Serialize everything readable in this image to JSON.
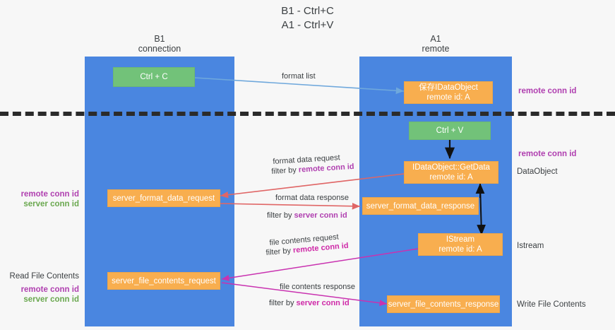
{
  "title": {
    "line1": "B1 - Ctrl+C",
    "line2": "A1 - Ctrl+V"
  },
  "lanes": [
    {
      "id": "b1",
      "name": "B1",
      "sub": "connection"
    },
    {
      "id": "a1",
      "name": "A1",
      "sub": "remote"
    }
  ],
  "nodes": {
    "ctrl_c": {
      "label": "Ctrl + C",
      "color": "#72c279"
    },
    "idataobject": {
      "line1": "保存IDataObject",
      "line2": "remote id: A",
      "color": "#f8ae4f"
    },
    "ctrl_v": {
      "label": "Ctrl + V",
      "color": "#72c279"
    },
    "getdata": {
      "line1": "IDataObject::GetData",
      "line2": "remote id: A",
      "color": "#f8ae4f"
    },
    "server_format_data_request": {
      "label": "server_format_data_request",
      "color": "#f8ae4f"
    },
    "server_format_data_response": {
      "label": "server_format_data_response",
      "color": "#f8ae4f"
    },
    "istream": {
      "line1": "IStream",
      "line2": "remote id: A",
      "color": "#f8ae4f"
    },
    "server_file_contents_request": {
      "label": "server_file_contents_request",
      "color": "#f8ae4f"
    },
    "server_file_contents_response": {
      "label": "server_file_contents_response",
      "color": "#f8ae4f"
    }
  },
  "edge_labels": {
    "format_list": "format list",
    "format_data_request": "format data request",
    "format_data_request_filter_prefix": "filter by ",
    "format_data_request_filter_key": "remote conn id",
    "format_data_response": "format data response",
    "format_data_response_filter_prefix": "filter by ",
    "format_data_response_filter_key": "server conn id",
    "file_contents_request": "file contents request",
    "file_contents_request_filter_prefix": "filter by ",
    "file_contents_request_filter_key": "remote conn id",
    "file_contents_response": "file contents response",
    "file_contents_response_filter_prefix": "filter by ",
    "file_contents_response_filter_key": "server conn id"
  },
  "annotations": {
    "right_remote_conn_id_top": "remote conn id",
    "right_remote_conn_id_mid": "remote conn id",
    "right_dataobject": "DataObject",
    "right_istream": "Istream",
    "right_write_file_contents": "Write File Contents",
    "left_remote_conn_id_mid": "remote conn id",
    "left_server_conn_id_mid": "server conn id",
    "left_read_file_contents": "Read File Contents",
    "left_remote_conn_id_bottom": "remote conn id",
    "left_server_conn_id_bottom": "server conn id"
  },
  "colors": {
    "lane": "#4a86e0",
    "green": "#72c279",
    "orange": "#f8ae4f",
    "arrow_blue": "#6fa8dc",
    "arrow_red": "#e06666",
    "arrow_magenta": "#c932b0",
    "arrow_black": "#000000",
    "key_pink": "#b040b0",
    "key_green": "#6aa84f",
    "divider": "#2b2b2b"
  }
}
